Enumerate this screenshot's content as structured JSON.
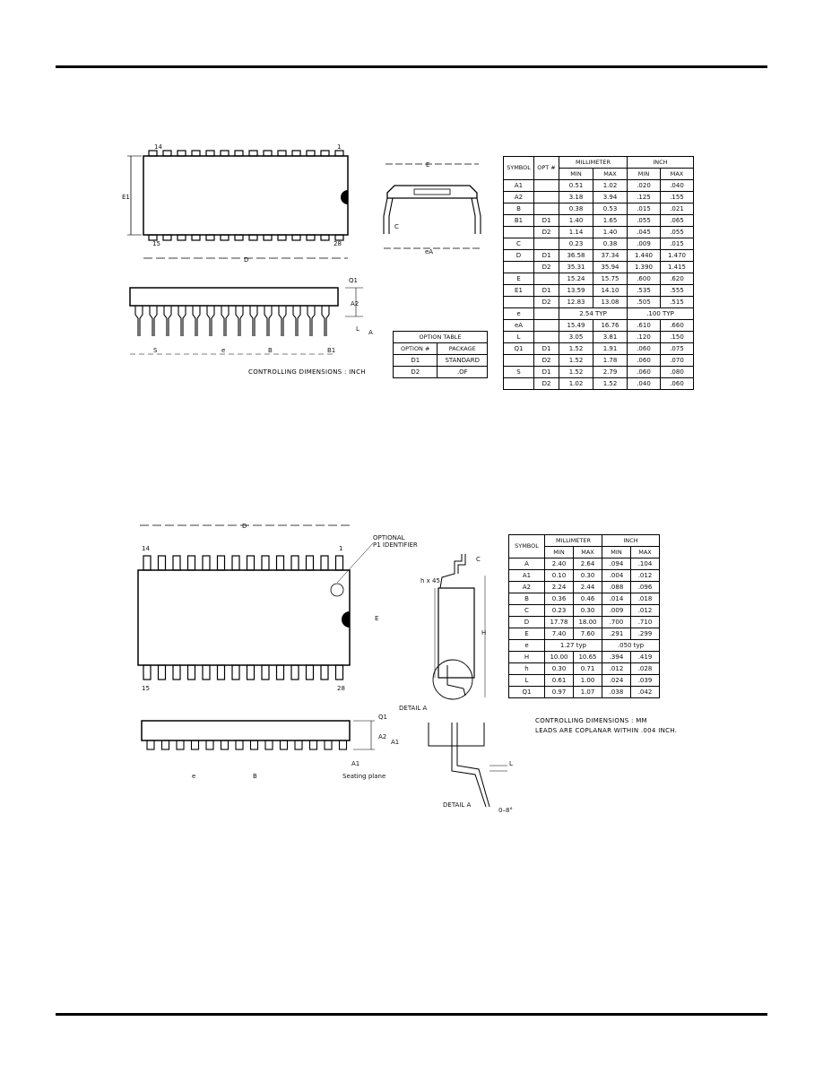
{
  "pkg1": {
    "labels": {
      "pin14": "14",
      "pin1": "1",
      "pin15": "15",
      "pin28": "28",
      "E1": "E1",
      "D": "D",
      "E": "E",
      "eA": "eA",
      "C": "C",
      "Q1": "Q1",
      "A2": "A2",
      "L": "L",
      "A": "A",
      "S": "S",
      "e": "e",
      "B": "B",
      "B1": "B1"
    },
    "controlling": "CONTROLLING DIMENSIONS : INCH",
    "option_table": {
      "title": "OPTION TABLE",
      "header": [
        "OPTION #",
        "PACKAGE"
      ],
      "rows": [
        [
          "D1",
          "STANDARD"
        ],
        [
          "D2",
          ".OF"
        ]
      ]
    },
    "table": {
      "h_symbol": "SYMBOL",
      "h_opt": "OPT #",
      "h_mm": "MILLIMETER",
      "h_inch": "INCH",
      "h_min": "MIN",
      "h_max": "MAX",
      "rows": [
        [
          "A1",
          "",
          "0.51",
          "1.02",
          ".020",
          ".040"
        ],
        [
          "A2",
          "",
          "3.18",
          "3.94",
          ".125",
          ".155"
        ],
        [
          "B",
          "",
          "0.38",
          "0.53",
          ".015",
          ".021"
        ],
        [
          "B1",
          "D1",
          "1.40",
          "1.65",
          ".055",
          ".065"
        ],
        [
          "",
          "D2",
          "1.14",
          "1.40",
          ".045",
          ".055"
        ],
        [
          "C",
          "",
          "0.23",
          "0.38",
          ".009",
          ".015"
        ],
        [
          "D",
          "D1",
          "36.58",
          "37.34",
          "1.440",
          "1.470"
        ],
        [
          "",
          "D2",
          "35.31",
          "35.94",
          "1.390",
          "1.415"
        ],
        [
          "E",
          "",
          "15.24",
          "15.75",
          ".600",
          ".620"
        ],
        [
          "E1",
          "D1",
          "13.59",
          "14.10",
          ".535",
          ".555"
        ],
        [
          "",
          "D2",
          "12.83",
          "13.08",
          ".505",
          ".515"
        ],
        [
          "e",
          "",
          "2.54 TYP",
          "",
          ".100 TYP",
          ""
        ],
        [
          "eA",
          "",
          "15.49",
          "16.76",
          ".610",
          ".660"
        ],
        [
          "L",
          "",
          "3.05",
          "3.81",
          ".120",
          ".150"
        ],
        [
          "Q1",
          "D1",
          "1.52",
          "1.91",
          ".060",
          ".075"
        ],
        [
          "",
          "D2",
          "1.52",
          "1.78",
          ".060",
          ".070"
        ],
        [
          "S",
          "D1",
          "1.52",
          "2.79",
          ".060",
          ".080"
        ],
        [
          "",
          "D2",
          "1.02",
          "1.52",
          ".040",
          ".060"
        ]
      ]
    }
  },
  "pkg2": {
    "labels": {
      "D": "D",
      "optional": "OPTIONAL",
      "identifier": "P1 IDENTIFIER",
      "pin14": "14",
      "pin1": "1",
      "pin15": "15",
      "pin28": "28",
      "E": "E",
      "H": "H",
      "C": "C",
      "hx45": "h x 45",
      "detailA1": "DETAIL A",
      "detailA2": "DETAIL A",
      "Q1": "Q1",
      "A2": "A2",
      "A1": "A1",
      "A1b": "A1",
      "e": "e",
      "B": "B",
      "seating": "Seating plane",
      "L": "L",
      "angle": "0–8°"
    },
    "notes": [
      "CONTROLLING DIMENSIONS : MM",
      "LEADS ARE COPLANAR WITHIN .004 INCH."
    ],
    "table": {
      "h_symbol": "SYMBOL",
      "h_mm": "MILLIMETER",
      "h_inch": "INCH",
      "h_min": "MIN",
      "h_max": "MAX",
      "rows": [
        [
          "A",
          "2.40",
          "2.64",
          ".094",
          ".104"
        ],
        [
          "A1",
          "0.10",
          "0.30",
          ".004",
          ".012"
        ],
        [
          "A2",
          "2.24",
          "2.44",
          ".088",
          ".096"
        ],
        [
          "B",
          "0.36",
          "0.46",
          ".014",
          ".018"
        ],
        [
          "C",
          "0.23",
          "0.30",
          ".009",
          ".012"
        ],
        [
          "D",
          "17.78",
          "18.00",
          ".700",
          ".710"
        ],
        [
          "E",
          "7.40",
          "7.60",
          ".291",
          ".299"
        ],
        [
          "e",
          "1.27 typ",
          "",
          ".050 typ",
          ""
        ],
        [
          "H",
          "10.00",
          "10.65",
          ".394",
          ".419"
        ],
        [
          "h",
          "0.30",
          "0.71",
          ".012",
          ".028"
        ],
        [
          "L",
          "0.61",
          "1.00",
          ".024",
          ".039"
        ],
        [
          "Q1",
          "0.97",
          "1.07",
          ".038",
          ".042"
        ]
      ]
    }
  }
}
